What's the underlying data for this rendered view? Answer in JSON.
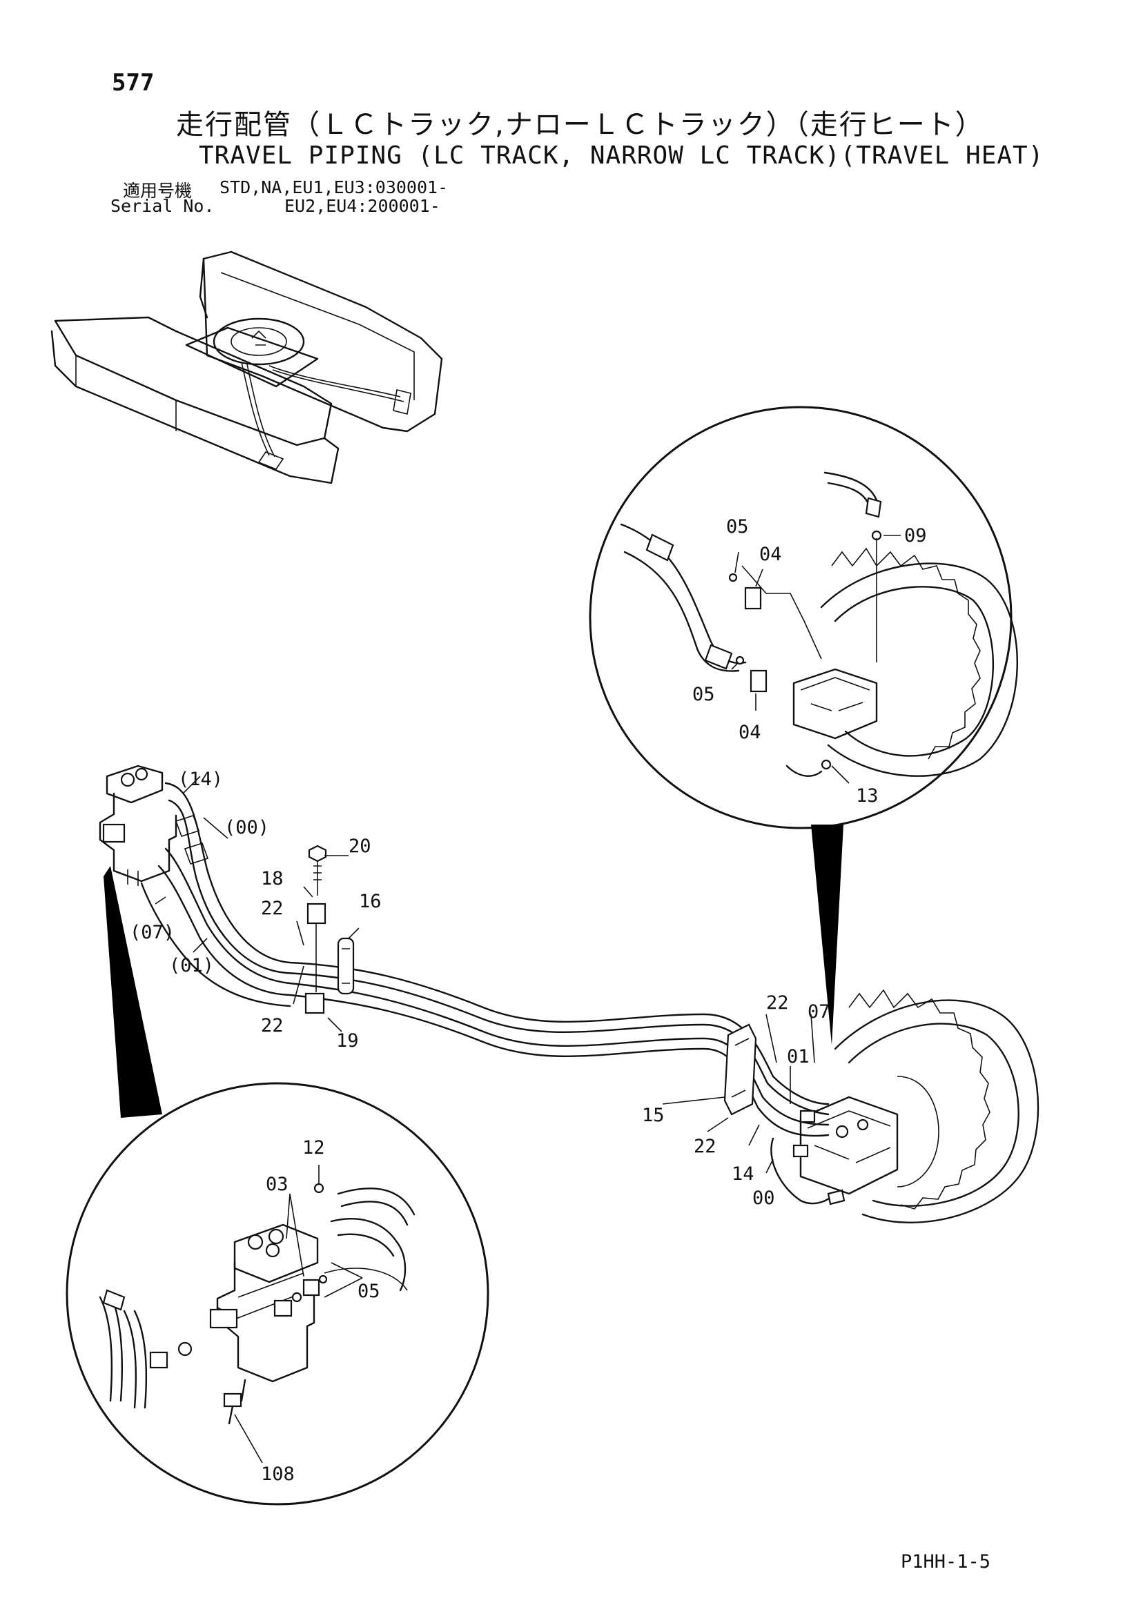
{
  "page": {
    "number": "577",
    "code": "P1HH-1-5"
  },
  "title": {
    "japanese": "走行配管（ＬＣトラック,ナローＬＣトラック）（走行ヒート）",
    "english": "TRAVEL PIPING (LC TRACK, NARROW LC TRACK)(TRAVEL HEAT)"
  },
  "serial": {
    "label_jp": "適用号機",
    "label_en": "Serial No.",
    "line1": "STD,NA,EU1,EU3:030001-",
    "line2": "EU2,EU4:200001-"
  },
  "callouts": {
    "c14p": "(14)",
    "c00p": "(00)",
    "c07p": "(07)",
    "c01p": "(01)",
    "c20": "20",
    "c18": "18",
    "c22a": "22",
    "c16": "16",
    "c22b": "22",
    "c19": "19",
    "c22c": "22",
    "c07": "07",
    "c01": "01",
    "c15": "15",
    "c22d": "22",
    "c14": "14",
    "c00": "00",
    "c05a": "05",
    "c04a": "04",
    "c09": "09",
    "c05b": "05",
    "c04b": "04",
    "c13": "13",
    "c12": "12",
    "c03": "03",
    "c05c": "05",
    "c108": "108"
  }
}
